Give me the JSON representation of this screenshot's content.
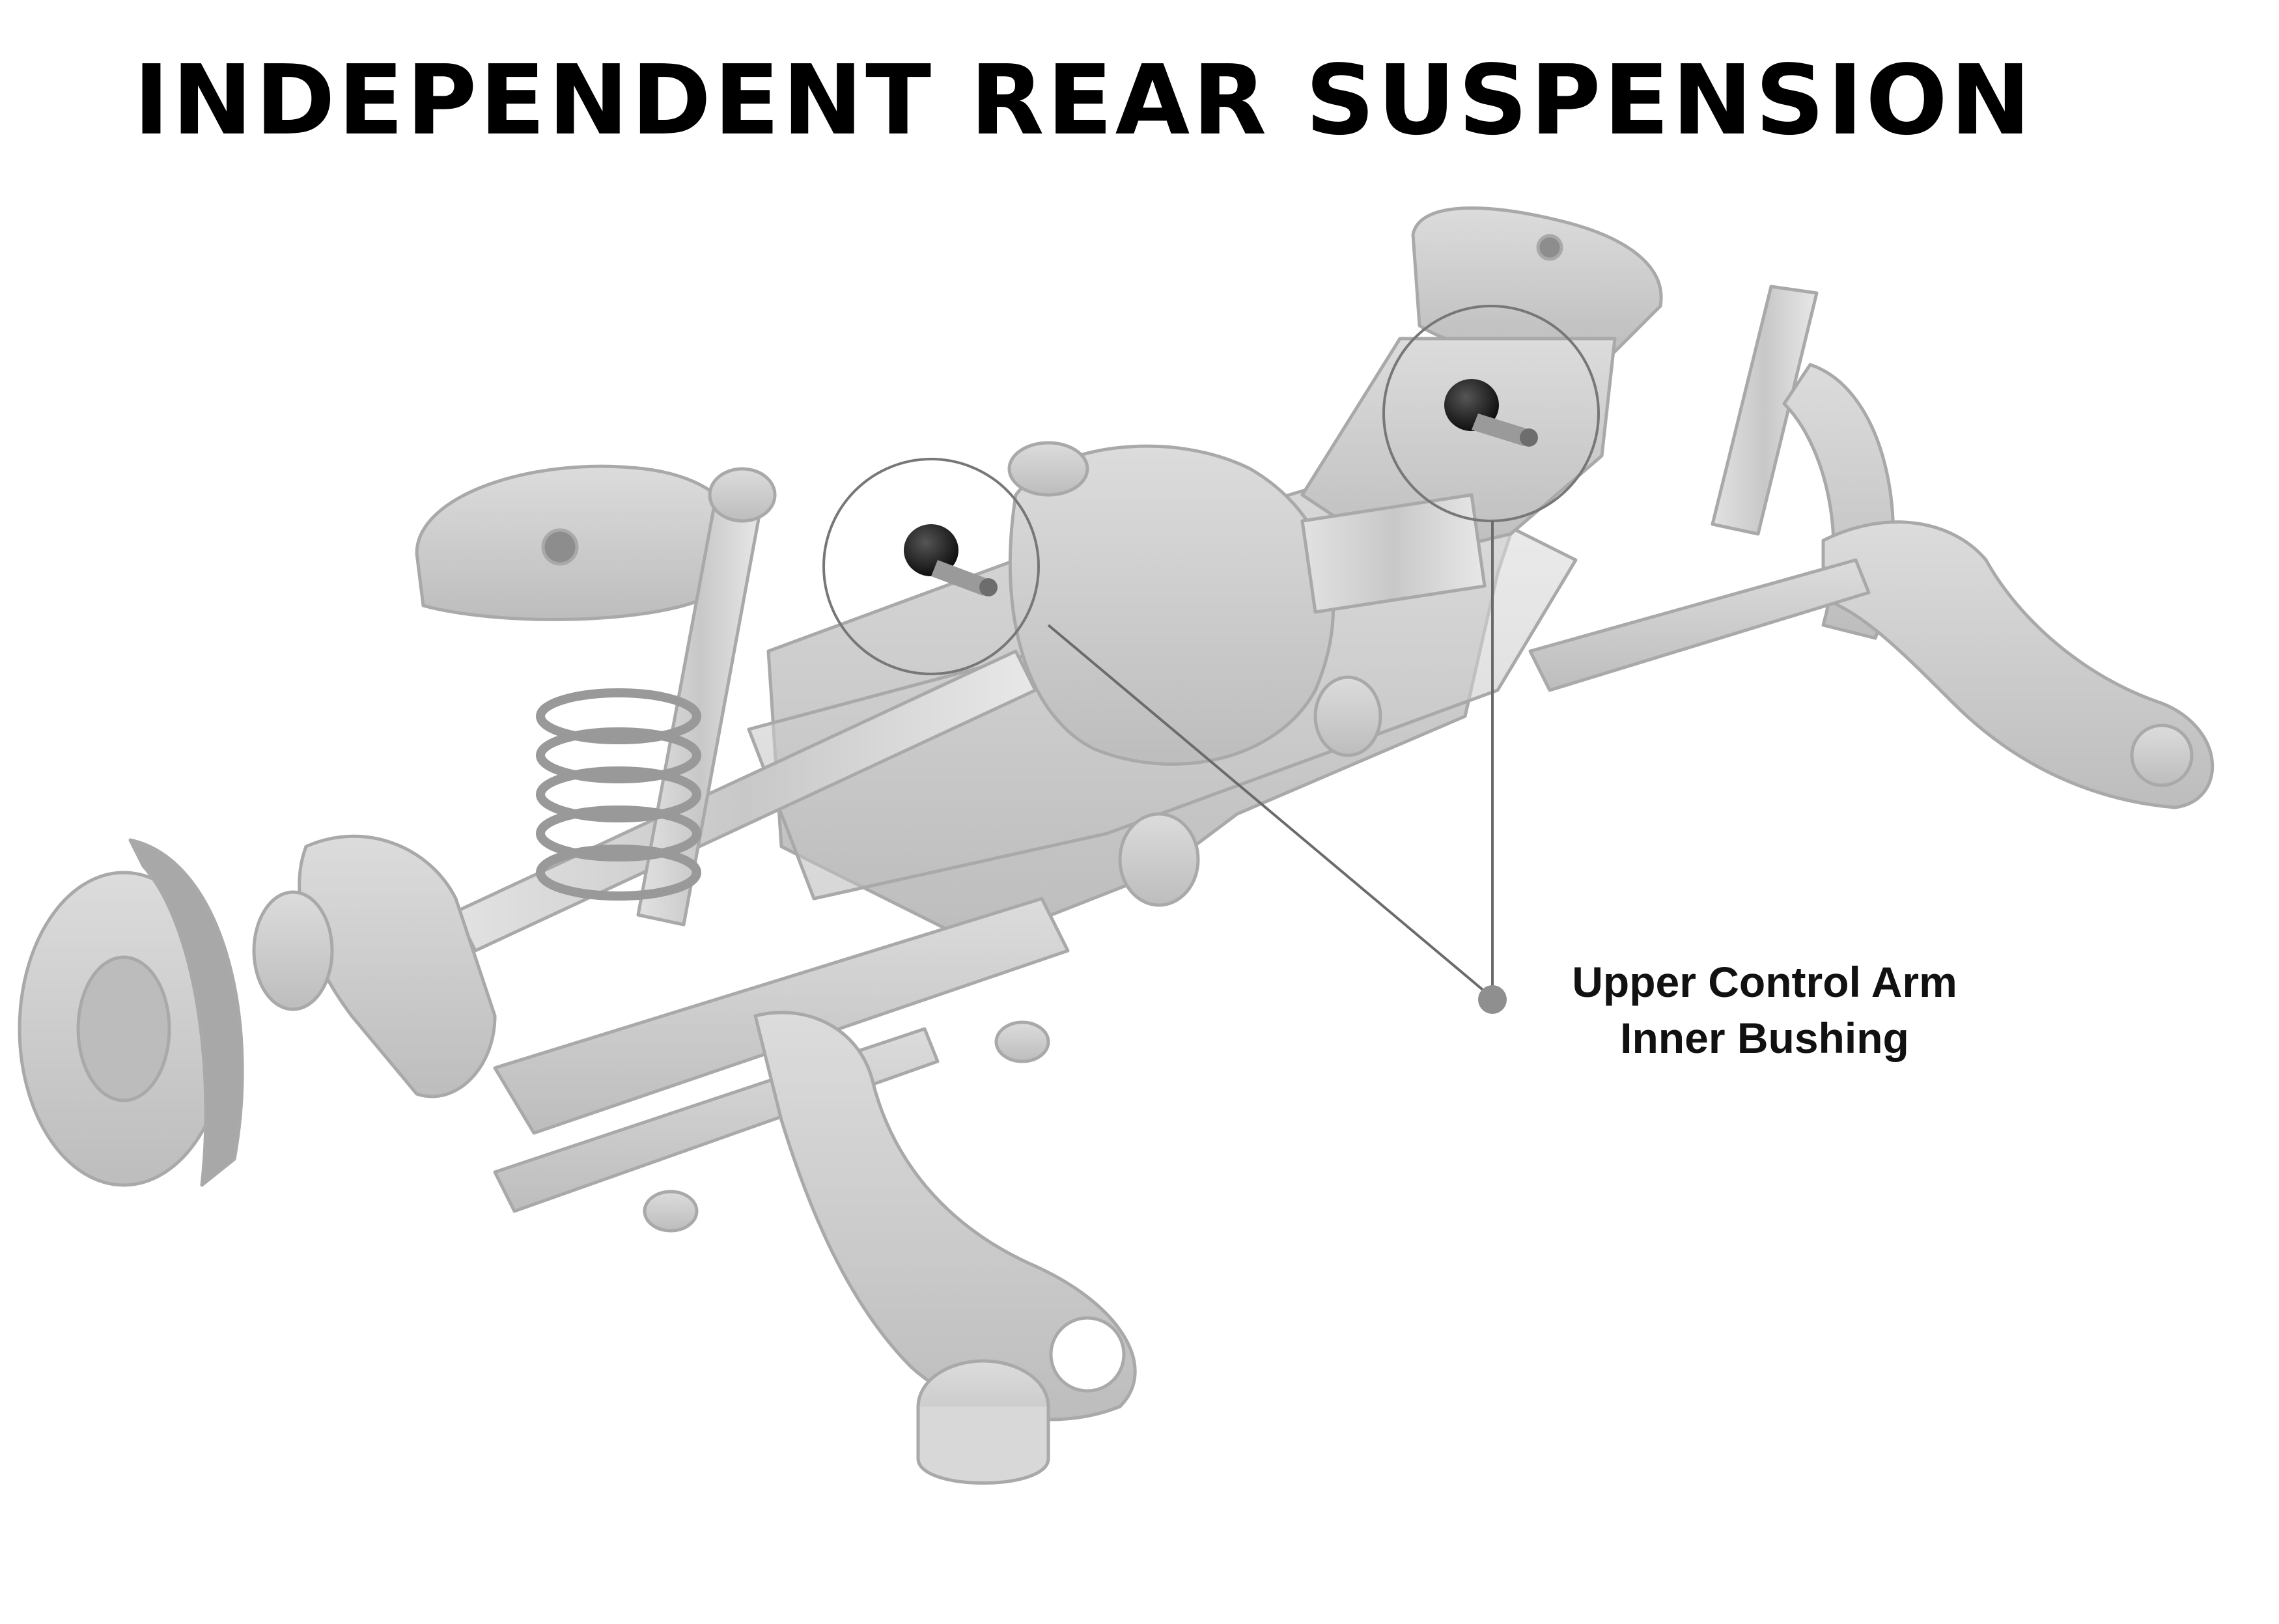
{
  "title": "INDEPENDENT REAR SUSPENSION",
  "callout": {
    "line1": "Upper Control Arm",
    "line2": "Inner Bushing"
  },
  "colors": {
    "part_fill": "#cfcfcf",
    "part_stroke": "#a9a9a9",
    "part_shadow": "#b9b9b9",
    "bushing": "#111111",
    "bolt": "#8a8a8a",
    "leader_line": "#6b6b6b",
    "background": "#ffffff"
  }
}
